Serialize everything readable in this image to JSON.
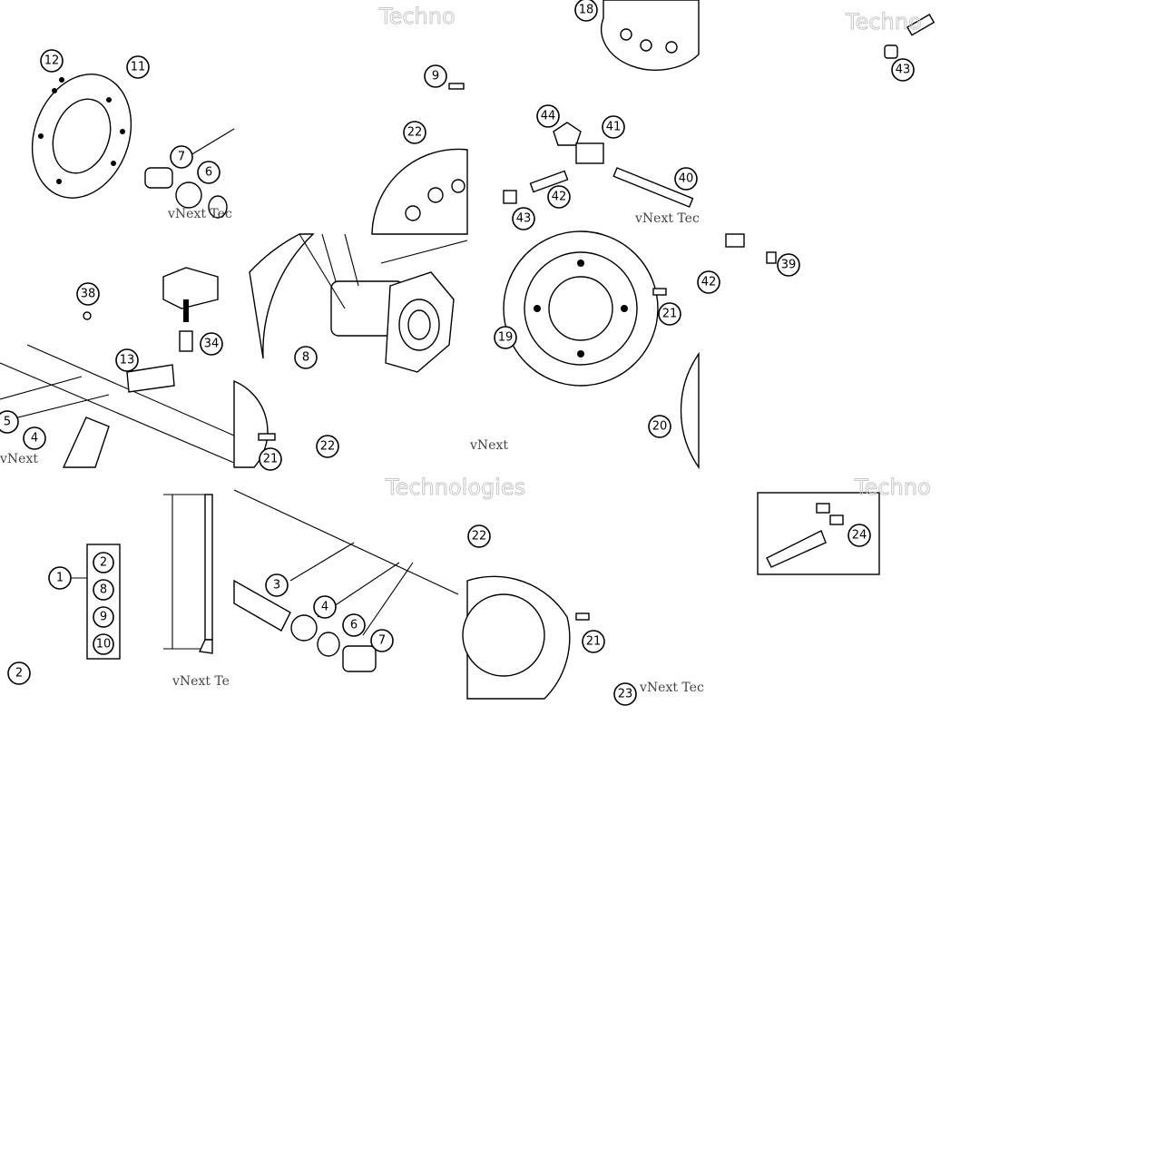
{
  "watermarks": {
    "techno": "Techno",
    "technologies": "Technologies",
    "vnext": "vNext",
    "vnext_tec": "vNext Tec",
    "vnext_te": "vNext Te"
  },
  "callouts": [
    {
      "id": "c12",
      "label": "12"
    },
    {
      "id": "c11",
      "label": "11"
    },
    {
      "id": "c7a",
      "label": "7"
    },
    {
      "id": "c6a",
      "label": "6"
    },
    {
      "id": "c9a",
      "label": "9"
    },
    {
      "id": "c22a",
      "label": "22"
    },
    {
      "id": "c18",
      "label": "18"
    },
    {
      "id": "c44",
      "label": "44"
    },
    {
      "id": "c41",
      "label": "41"
    },
    {
      "id": "c42a",
      "label": "42"
    },
    {
      "id": "c43a",
      "label": "43"
    },
    {
      "id": "c40",
      "label": "40"
    },
    {
      "id": "c43b",
      "label": "43"
    },
    {
      "id": "c38",
      "label": "38"
    },
    {
      "id": "c34",
      "label": "34"
    },
    {
      "id": "c13",
      "label": "13"
    },
    {
      "id": "c5",
      "label": "5"
    },
    {
      "id": "c4a",
      "label": "4"
    },
    {
      "id": "c8a",
      "label": "8"
    },
    {
      "id": "c21a",
      "label": "21"
    },
    {
      "id": "c22b",
      "label": "22"
    },
    {
      "id": "c19",
      "label": "19"
    },
    {
      "id": "c21b",
      "label": "21"
    },
    {
      "id": "c20",
      "label": "20"
    },
    {
      "id": "c42b",
      "label": "42"
    },
    {
      "id": "c39",
      "label": "39"
    },
    {
      "id": "c1",
      "label": "1"
    },
    {
      "id": "c2a",
      "label": "2"
    },
    {
      "id": "c8b",
      "label": "8"
    },
    {
      "id": "c9b",
      "label": "9"
    },
    {
      "id": "c10",
      "label": "10"
    },
    {
      "id": "c2b",
      "label": "2"
    },
    {
      "id": "c3",
      "label": "3"
    },
    {
      "id": "c4b",
      "label": "4"
    },
    {
      "id": "c6b",
      "label": "6"
    },
    {
      "id": "c7b",
      "label": "7"
    },
    {
      "id": "c22c",
      "label": "22"
    },
    {
      "id": "c21c",
      "label": "21"
    },
    {
      "id": "c23",
      "label": "23"
    },
    {
      "id": "c24",
      "label": "24"
    }
  ]
}
